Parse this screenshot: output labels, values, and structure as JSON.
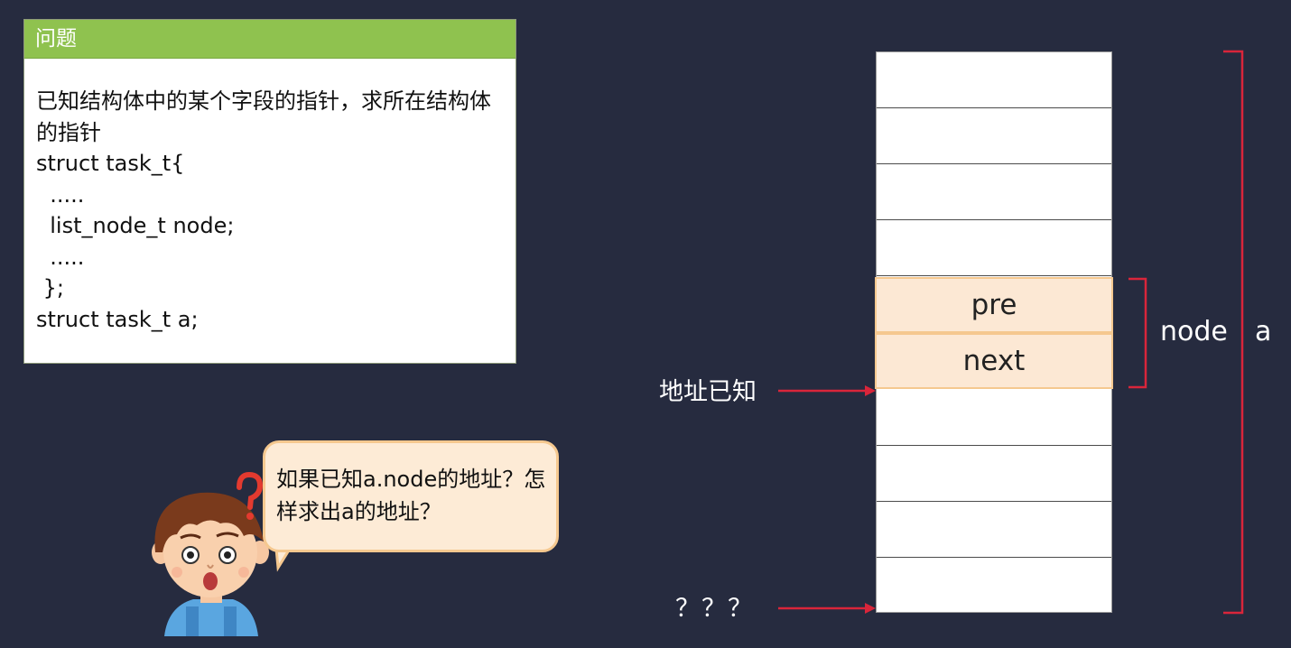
{
  "problem": {
    "title": "问题",
    "lines": [
      "已知结构体中的某个字段的指针，求所在结构体的指针",
      "struct task_t{",
      "  .....",
      "  list_node_t node;",
      "  .....",
      " };",
      "struct task_t a;"
    ]
  },
  "memory": {
    "cells": [
      "",
      "",
      "",
      "",
      "pre",
      "next",
      "",
      "",
      "",
      ""
    ],
    "node_label": "node",
    "struct_label": "a",
    "known_address_label": "地址已知",
    "unknown_address_label": "？？？"
  },
  "bubble": {
    "text": "如果已知a.node的地址？怎样求出a的地址？"
  },
  "colors": {
    "background": "#262b3f",
    "header_green": "#8fc24f",
    "highlight_fill": "#fce8d4",
    "highlight_border": "#f5c88f",
    "arrow_red": "#d9253a",
    "question_mark": "#e33a2f"
  },
  "icons": {
    "character": "confused-boy-icon",
    "question": "question-mark-icon"
  }
}
